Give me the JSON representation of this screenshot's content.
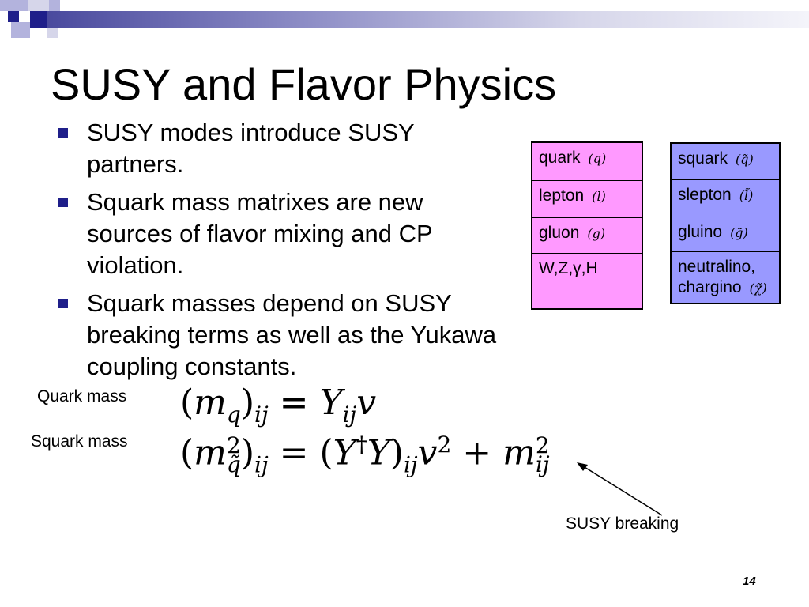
{
  "title": "SUSY and Flavor Physics",
  "bullets": [
    "SUSY modes introduce SUSY partners.",
    "Squark mass matrixes are new sources of flavor mixing and CP violation.",
    "Squark masses depend on SUSY breaking terms as well as the Yukawa coupling constants."
  ],
  "sm_table": [
    {
      "name": "quark",
      "symbol": "(q)"
    },
    {
      "name": "lepton",
      "symbol": "(l)"
    },
    {
      "name": "gluon",
      "symbol": "(g)"
    },
    {
      "name": "W,Z,γ,H",
      "symbol": ""
    }
  ],
  "susy_table": [
    {
      "name": "squark",
      "symbol": "(q̃)"
    },
    {
      "name": "slepton",
      "symbol": "(l̃)"
    },
    {
      "name": "gluino",
      "symbol": "(g̃)"
    },
    {
      "name": "neutralino, chargino",
      "symbol": "(χ̃)"
    }
  ],
  "labels": {
    "quark_mass": "Quark mass",
    "squark_mass": "Squark mass",
    "susy_breaking": "SUSY breaking"
  },
  "equations": {
    "quark": "(m_q)_ij = Y_ij v",
    "squark": "(m²_q̃)_ij = (Y†Y)_ij v² + m²_ij"
  },
  "page_number": "14",
  "colors": {
    "sm_table_bg": "#ff99ff",
    "susy_table_bg": "#9999ff",
    "bullet": "#1f1f8a",
    "deco_dark": "#1f1f8a",
    "deco_light": "#b3b3dd"
  }
}
